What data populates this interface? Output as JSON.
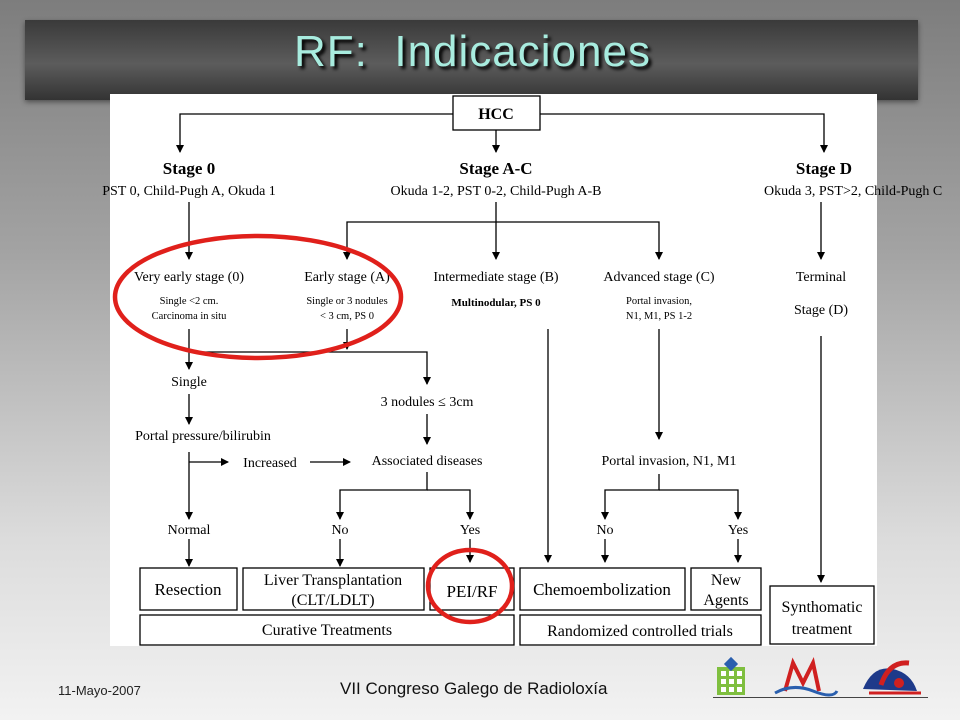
{
  "slide": {
    "title": "RF:  Indicaciones",
    "footer_date": "11-Mayo-2007",
    "footer_conference": "VII Congreso Galego de Radioloxía"
  },
  "diagram": {
    "root": "HCC",
    "stage0_title": "Stage 0",
    "stage0_sub": "PST 0, Child-Pugh A, Okuda 1",
    "stageAC_title": "Stage A-C",
    "stageAC_sub": "Okuda 1-2, PST 0-2, Child-Pugh A-B",
    "stageD_title": "Stage D",
    "stageD_sub": "Okuda 3, PST>2, Child-Pugh C",
    "very_early": "Very early stage (0)",
    "very_early_d1": "Single <2 cm.",
    "very_early_d2": "Carcinoma in situ",
    "early": "Early stage (A)",
    "early_d1": "Single or 3 nodules",
    "early_d2": "< 3 cm, PS 0",
    "intermediate": "Intermediate stage (B)",
    "intermediate_d": "Multinodular, PS 0",
    "advanced": "Advanced stage (C)",
    "advanced_d1": "Portal invasion,",
    "advanced_d2": "N1, M1, PS 1-2",
    "terminal1": "Terminal",
    "terminal2": "Stage (D)",
    "single": "Single",
    "three_nodules": "3 nodules  ≤  3cm",
    "portal_pressure": "Portal pressure/bilirubin",
    "increased": "Increased",
    "associated": "Associated diseases",
    "portal_invasion": "Portal invasion, N1, M1",
    "normal": "Normal",
    "no1": "No",
    "yes1": "Yes",
    "no2": "No",
    "yes2": "Yes",
    "resection": "Resection",
    "liver_tx1": "Liver Transplantation",
    "liver_tx2": "(CLT/LDLT)",
    "pei_rf": "PEI/RF",
    "chemo": "Chemoembolization",
    "new_agents1": "New",
    "new_agents2": "Agents",
    "synth1": "Synthomatic",
    "synth2": "treatment",
    "curative": "Curative Treatments",
    "rct": "Randomized controlled trials"
  },
  "colors": {
    "highlight_circle": "#e0201b",
    "title_text": "#a8ecdf"
  }
}
